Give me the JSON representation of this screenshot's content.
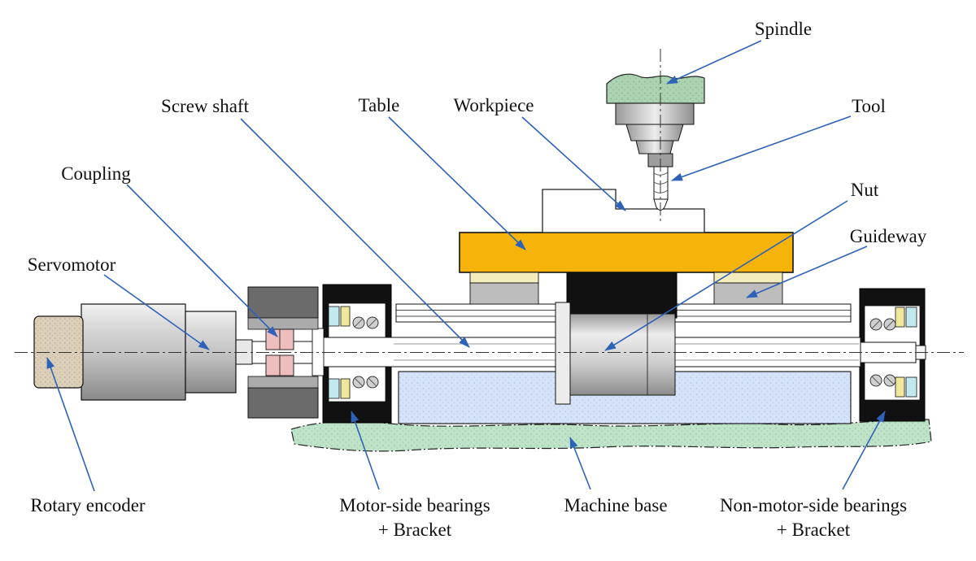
{
  "figure": {
    "kind": "technical-diagram",
    "subject": "ball-screw-feed-drive-cross-section"
  },
  "colors": {
    "leader_line": "#2E62B8",
    "table_yellow": "#F6B40A",
    "table_pad_yellow": "#F5ECBC",
    "machine_base_green": "#BFE3C8",
    "bed_blue": "#D6E2F7",
    "spindle_green": "#ABD3B1",
    "coupling_pink": "#EEBDBE",
    "bearing_cyan": "#C2E9EE",
    "bearing_yellow": "#EFE79C",
    "encoder_beige": "#DBCFB9",
    "bracket_black": "#111111",
    "label_text": "#111111"
  },
  "labels": {
    "spindle": "Spindle",
    "tool": "Tool",
    "screw_shaft": "Screw shaft",
    "table": "Table",
    "workpiece": "Workpiece",
    "coupling": "Coupling",
    "nut": "Nut",
    "guideway": "Guideway",
    "servomotor": "Servomotor",
    "rotary_encoder": "Rotary encoder",
    "motor_side_bearings": {
      "line1": "Motor-side bearings",
      "line2": "+ Bracket"
    },
    "machine_base": "Machine base",
    "non_motor_side_bearings": {
      "line1": "Non-motor-side bearings",
      "line2": "+ Bracket"
    }
  }
}
